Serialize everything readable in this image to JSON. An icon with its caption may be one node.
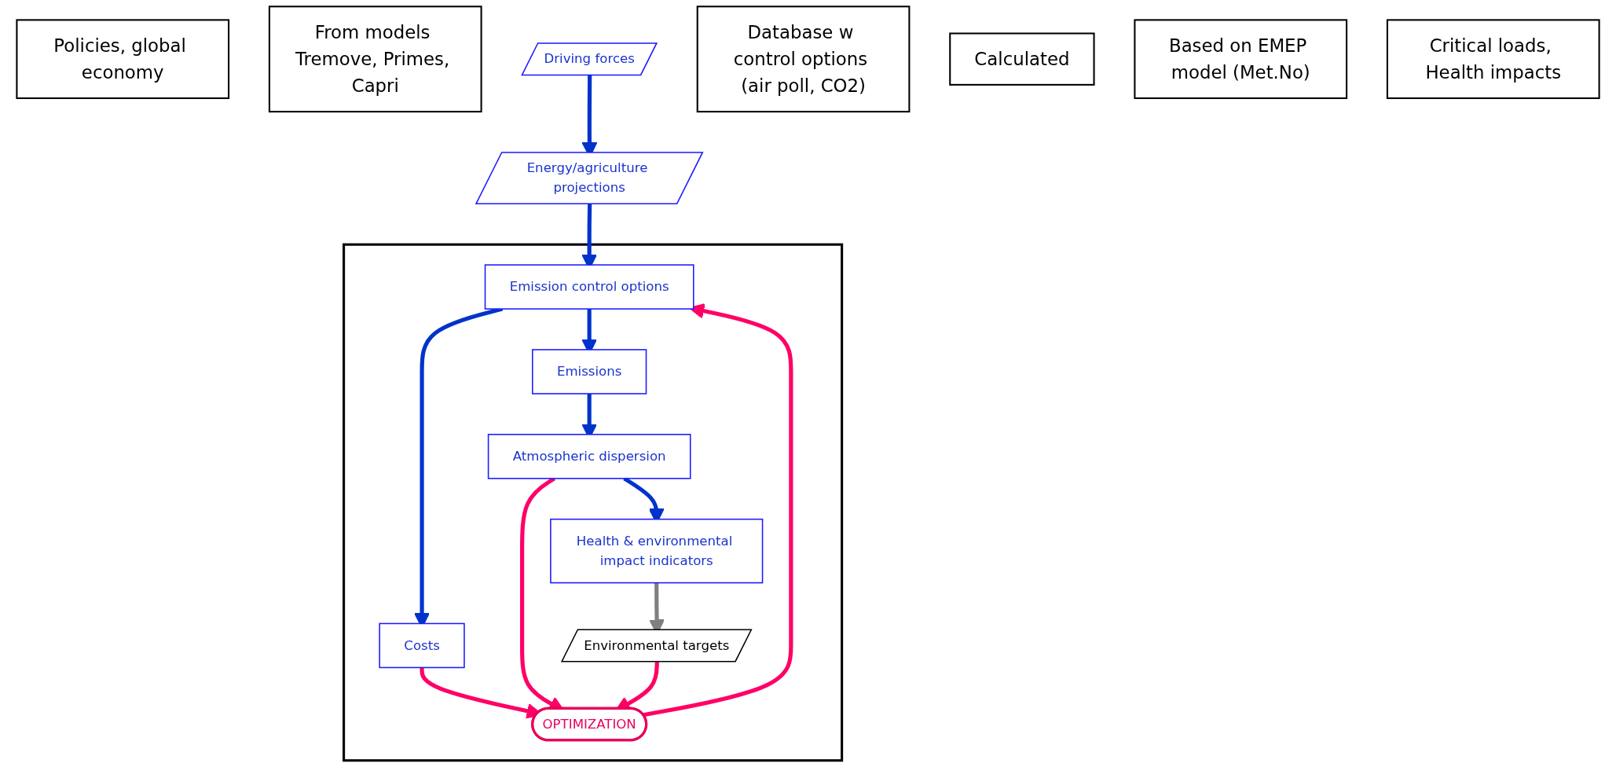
{
  "diagram": {
    "nodes": [
      {
        "text": [
          "Policies, global economy"
        ]
      },
      {
        "text": [
          "From models Tremove, Primes, Capri"
        ]
      },
      {
        "text": [
          "Energy/agriculture projections"
        ]
      },
      {
        "text": [
          "Driving forces"
        ]
      },
      {
        "text": [],
        "shape": "box"
      },
      {
        "text": [
          "Database w control options (air poll, CO2)"
        ]
      },
      {
        "text": [
          "Emission control options"
        ],
        "in": 4
      },
      {
        "text": [
          "Calculated"
        ]
      },
      {
        "text": [
          "Emissions"
        ],
        "in": 4
      },
      {
        "text": [
          "Costs"
        ],
        "in": 4
      },
      {
        "text": [
          "OPTIMIZATION"
        ],
        "in": 4
      },
      {
        "text": [
          "Based on EMEP model (Met.No)"
        ]
      },
      {
        "text": [
          "Atmospheric dispersion"
        ],
        "in": 4
      },
      {
        "text": [
          "Critical loads, Health impacts"
        ]
      },
      {
        "text": [
          "Health & environmental impact indicators"
        ],
        "in": 4
      },
      {
        "text": [
          "Environmental targets"
        ],
        "in": 4
      }
    ],
    "edges": [
      {
        "from": 3,
        "to": 2,
        "arrow": "to"
      },
      {
        "from": 2,
        "to": 6,
        "arrow": "to"
      },
      {
        "from": 6,
        "to": 8,
        "arrow": "to"
      },
      {
        "from": 6,
        "to": 9,
        "arrow": "to"
      },
      {
        "from": 8,
        "to": 12,
        "arrow": "to"
      },
      {
        "from": 12,
        "to": 14,
        "arrow": "to"
      },
      {
        "from": 9,
        "to": 10,
        "arrow": "to",
        "color": "#ff0066"
      },
      {
        "from": 12,
        "to": 10,
        "arrow": "to",
        "color": "#ff0066"
      },
      {
        "from": 15,
        "to": 10,
        "arrow": "to",
        "color": "#ff0066"
      },
      {
        "from": 10,
        "to": 6,
        "arrow": "to",
        "color": "#ff0066"
      },
      {
        "from": 14,
        "to": 15,
        "arrow": "to",
        "color": "#808080"
      }
    ]
  }
}
